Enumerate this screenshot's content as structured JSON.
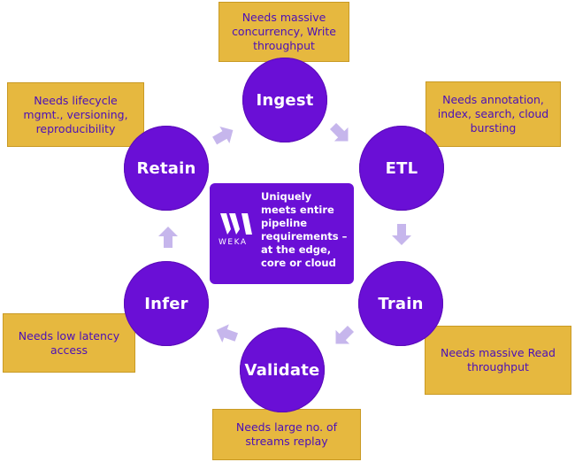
{
  "stages": {
    "ingest": "Ingest",
    "etl": "ETL",
    "train": "Train",
    "validate": "Validate",
    "infer": "Infer",
    "retain": "Retain"
  },
  "needs": {
    "ingest": "Needs massive concurrency, Write throughput",
    "etl": "Needs annotation, index, search, cloud bursting",
    "train": "Needs massive Read throughput",
    "validate": "Needs large no. of streams replay",
    "infer": "Needs low latency access",
    "retain": "Needs lifecycle mgmt., versioning, reproducibility"
  },
  "center": {
    "text": "Uniquely meets entire pipeline requirements – at the edge, core or cloud",
    "logo_word": "WEKA"
  },
  "colors": {
    "node": "#6a0fd6",
    "need_box": "#e6b83f",
    "need_text": "#4b0fb8",
    "arrow": "#c6b6ec"
  }
}
